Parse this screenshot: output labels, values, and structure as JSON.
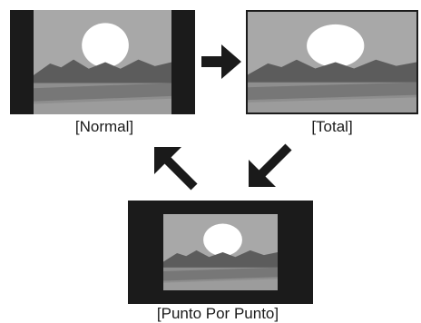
{
  "modes": {
    "normal": {
      "label": "[Normal]"
    },
    "total": {
      "label": "[Total]"
    },
    "punto": {
      "label": "[Punto Por Punto]"
    }
  },
  "flow": [
    "normal",
    "total",
    "punto",
    "normal"
  ],
  "colors": {
    "frame": "#1b1b1b",
    "sky": "#a8a8a8",
    "sun": "#ffffff",
    "mountain_far": "#5c5c5c",
    "ground": "#8e8e8e",
    "ground_band": "#777777",
    "ground_near": "#9c9c9c",
    "arrow": "#1a1a1a"
  }
}
